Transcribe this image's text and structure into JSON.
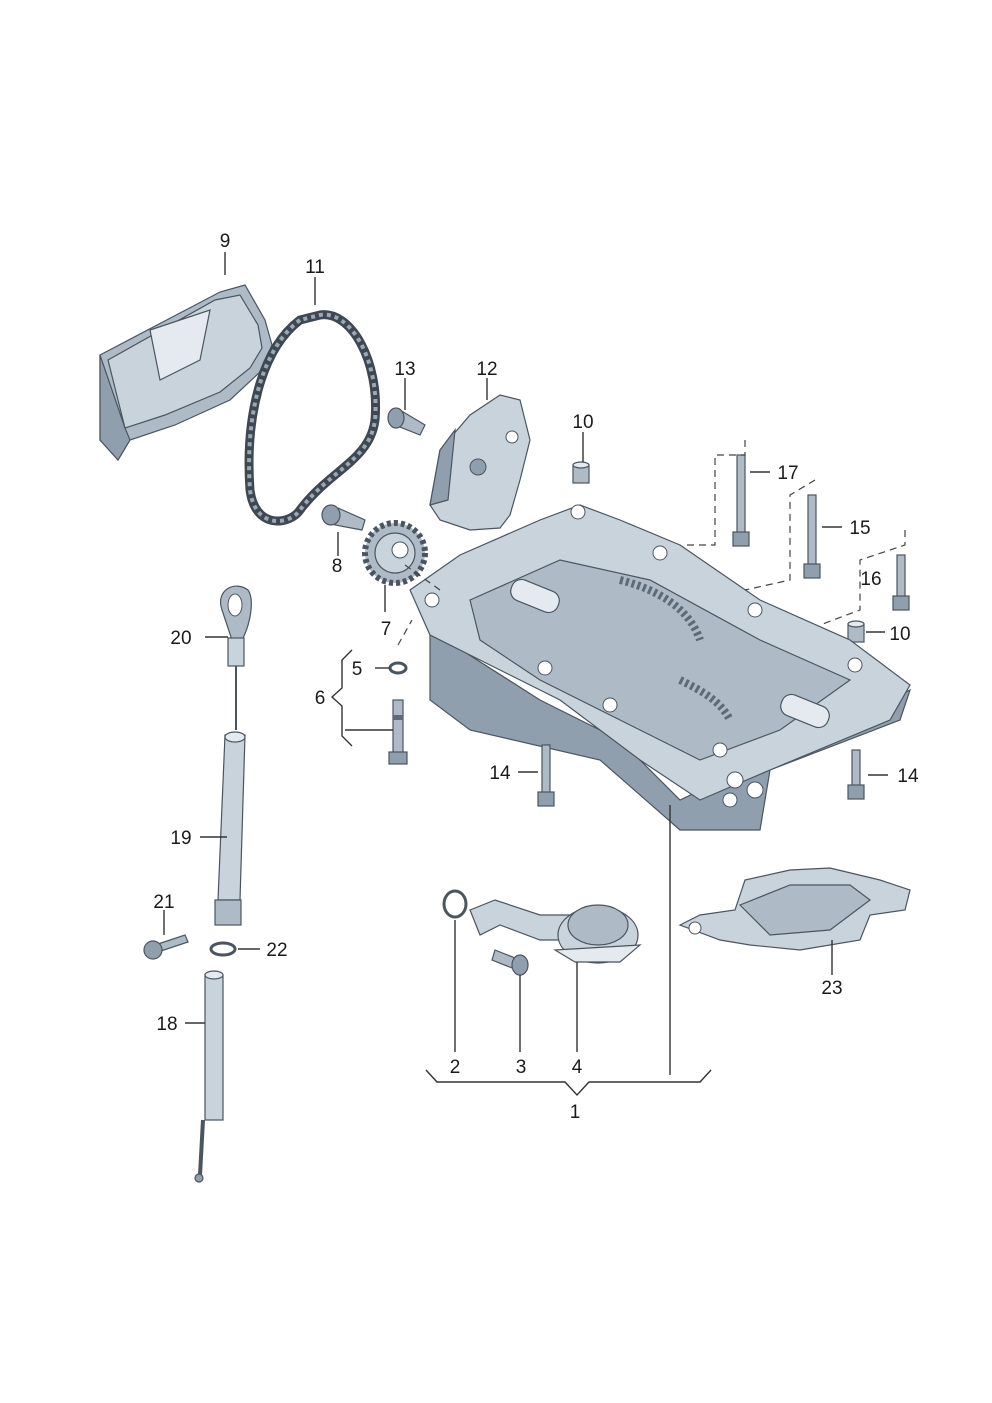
{
  "diagram": {
    "type": "exploded-parts-diagram",
    "labels": {
      "p1": "1",
      "p2": "2",
      "p3": "3",
      "p4": "4",
      "p5": "5",
      "p6": "6",
      "p7": "7",
      "p8": "8",
      "p9": "9",
      "p10a": "10",
      "p10b": "10",
      "p11": "11",
      "p12": "12",
      "p13": "13",
      "p14a": "14",
      "p14b": "14",
      "p15": "15",
      "p16": "16",
      "p17": "17",
      "p18": "18",
      "p19": "19",
      "p20": "20",
      "p21": "21",
      "p22": "22",
      "p23": "23"
    },
    "colors": {
      "part_light": "#c9d3db",
      "part_mid": "#aebbc6",
      "part_dark": "#8f9fad",
      "leader": "#333333"
    }
  }
}
